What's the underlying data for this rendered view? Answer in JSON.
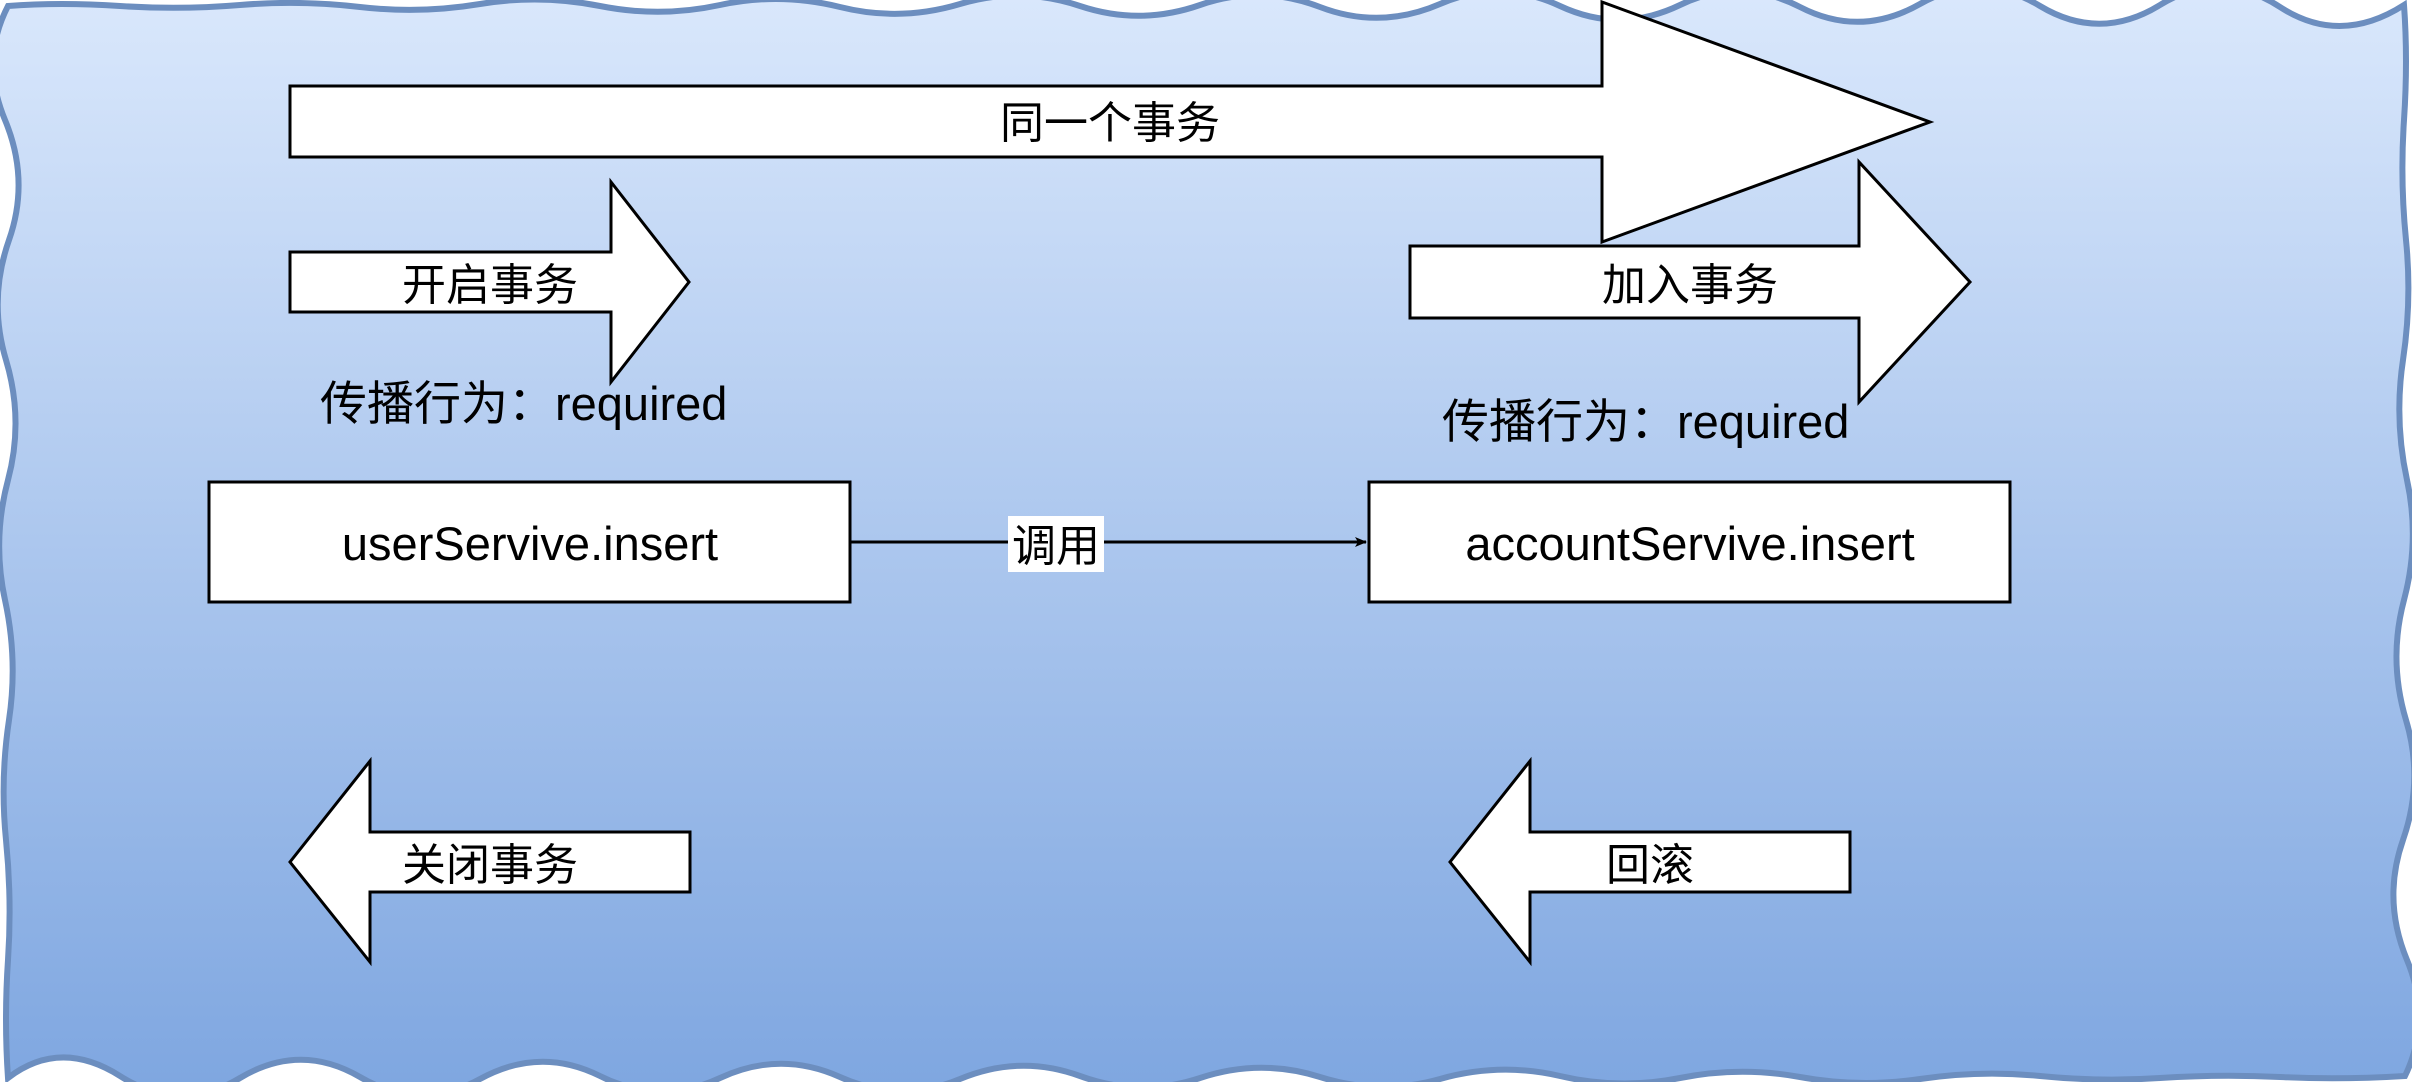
{
  "diagram": {
    "colors": {
      "background_top": "#dae8fc",
      "background_bottom": "#7ea6e0",
      "border": "#6c8ebf",
      "shape_fill": "#ffffff",
      "stroke": "#000000"
    },
    "arrows": {
      "same_transaction": "同一个事务",
      "start_transaction": "开启事务",
      "join_transaction": "加入事务",
      "close_transaction": "关闭事务",
      "rollback": "回滚"
    },
    "propagation": {
      "left": "传播行为：required",
      "right": "传播行为：required"
    },
    "services": {
      "user_service": "userServive.insert",
      "account_service": "accountServive.insert"
    },
    "connector": {
      "label": "调用"
    }
  }
}
